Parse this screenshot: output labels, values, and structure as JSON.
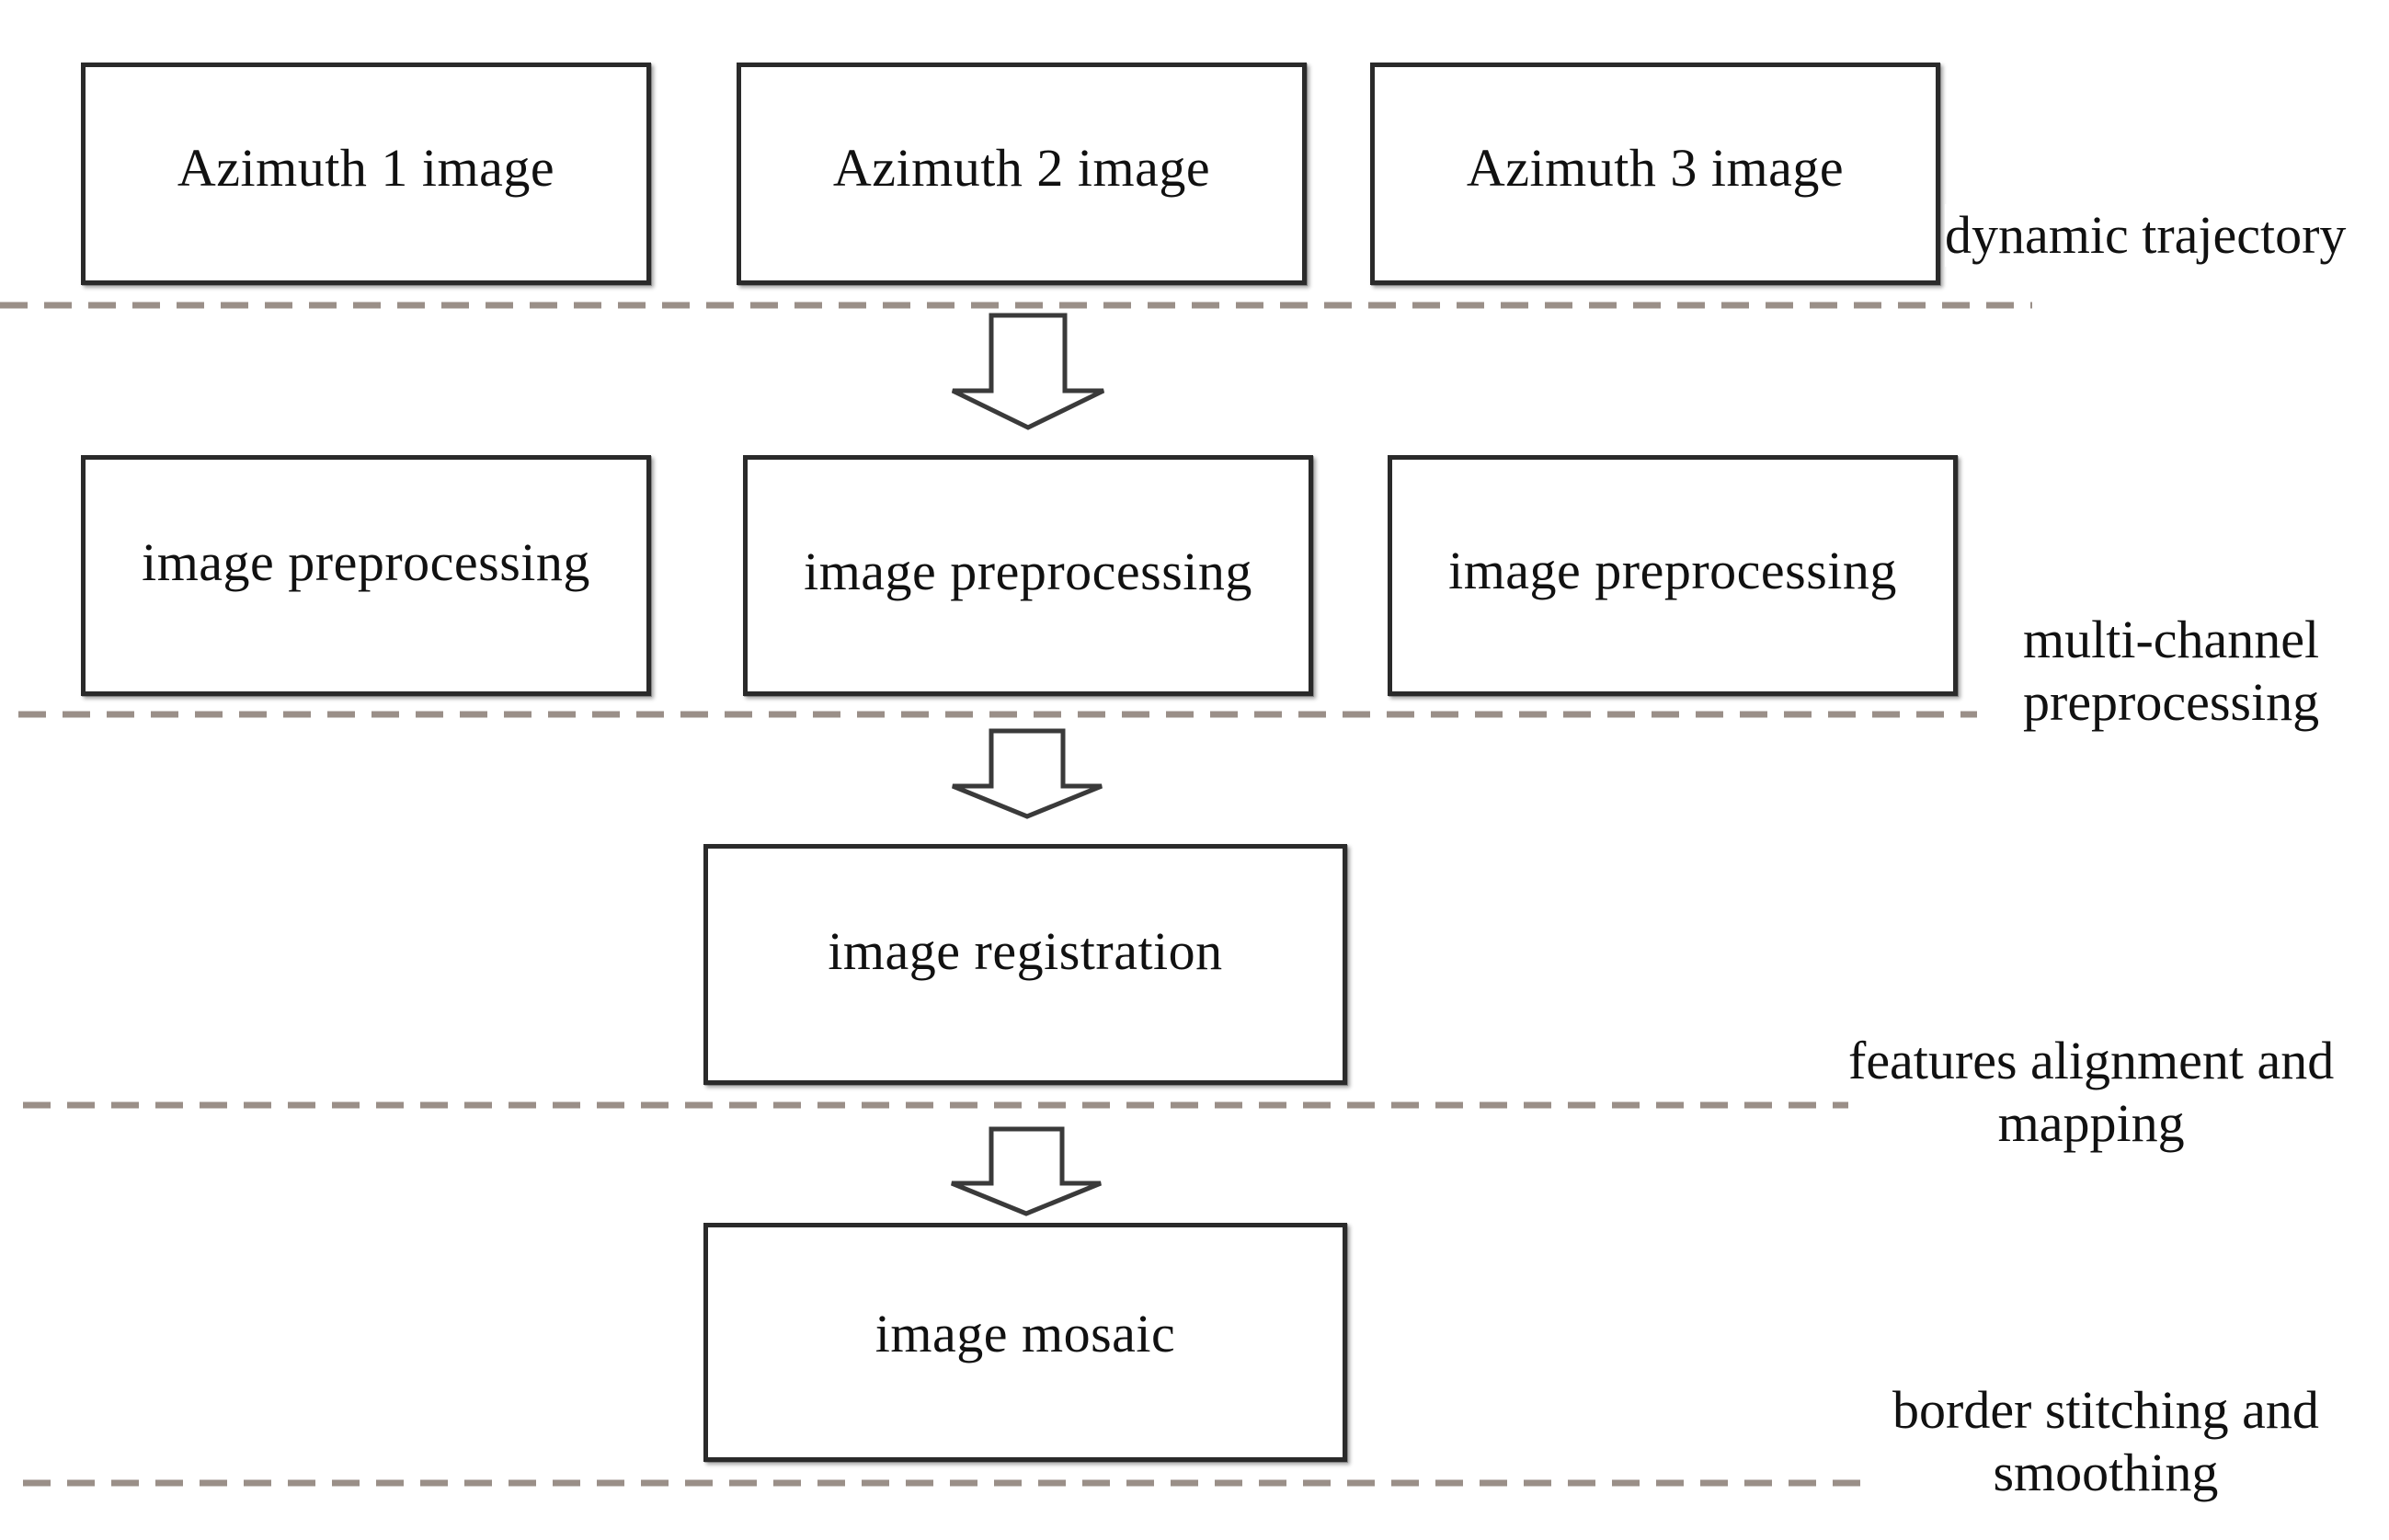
{
  "rows": [
    {
      "boxes": [
        "Azimuth 1 image",
        "Azimuth 2 image",
        "Azimuth 3 image"
      ],
      "stage_label": [
        "dynamic trajectory"
      ]
    },
    {
      "boxes": [
        "image preprocessing",
        "image preprocessing",
        "image preprocessing"
      ],
      "stage_label": [
        "multi-channel",
        "preprocessing"
      ]
    },
    {
      "boxes": [
        "image registration"
      ],
      "stage_label": [
        "features alignment and",
        "mapping"
      ]
    },
    {
      "boxes": [
        "image mosaic"
      ],
      "stage_label": [
        "border stitching and",
        "smoothing"
      ]
    }
  ],
  "colors": {
    "box_border": "#2a2a2a",
    "divider": "#9a8f88",
    "arrow": "#3a3a3a"
  }
}
